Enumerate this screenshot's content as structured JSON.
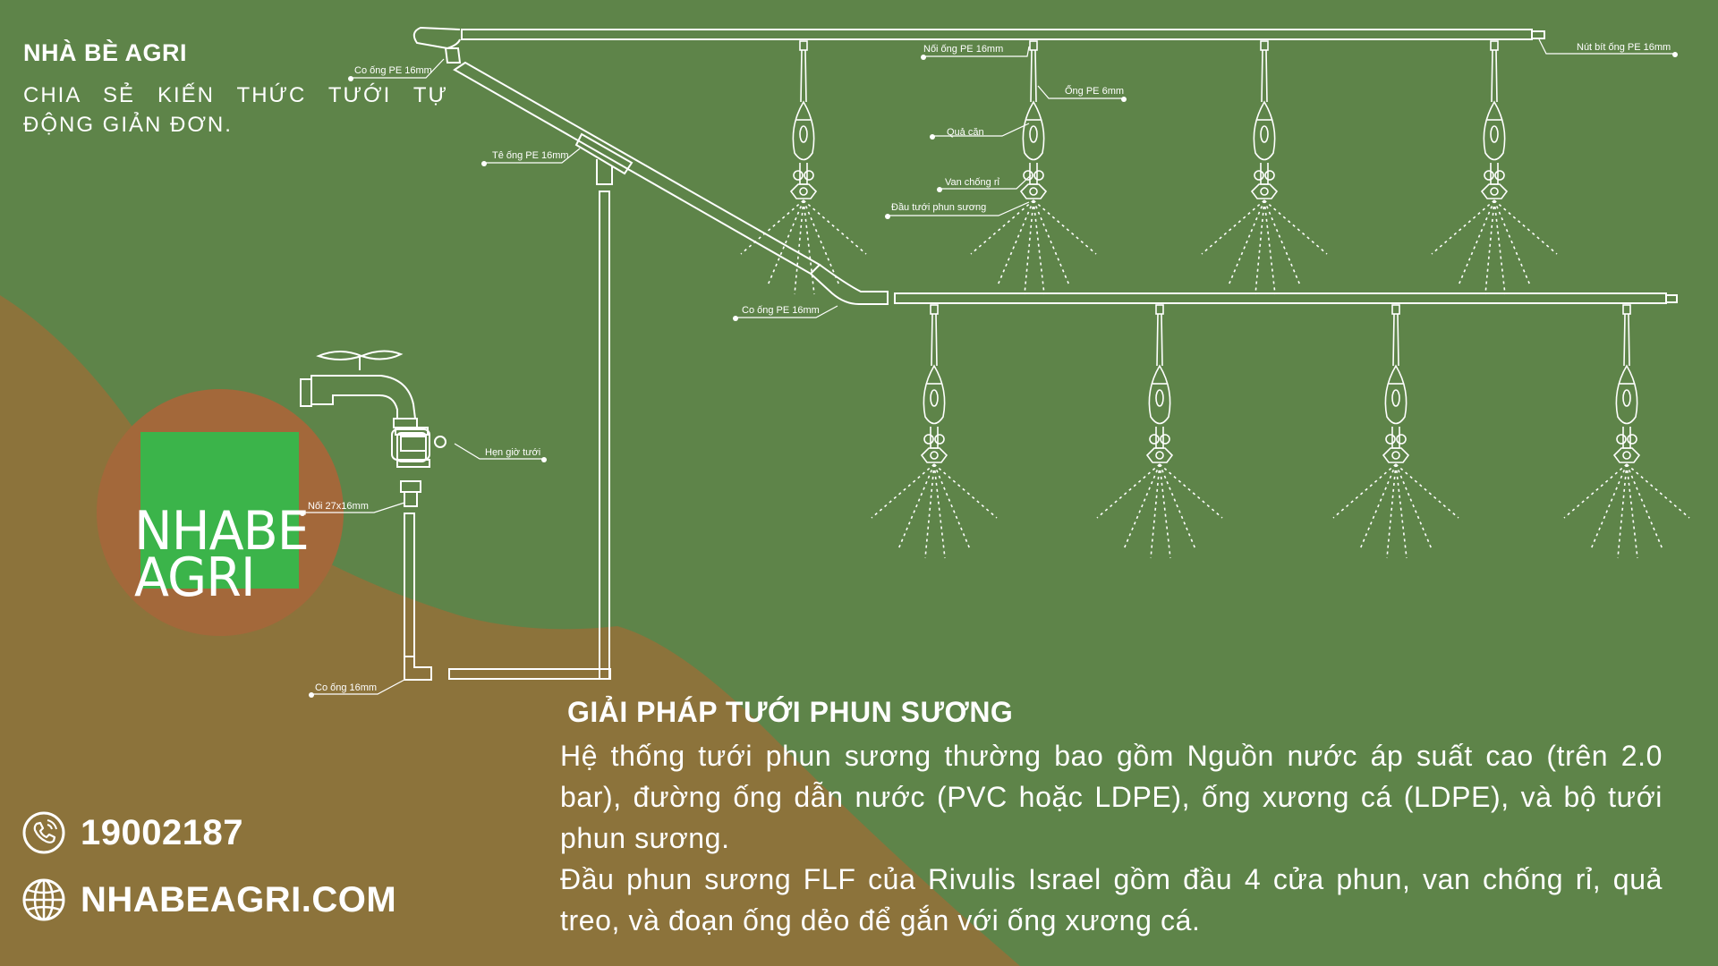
{
  "colors": {
    "background": "#5e8449",
    "ground": "#8c733b",
    "logo_circle": "#a3683a",
    "logo_green": "#3bb44a",
    "line": "#ffffff"
  },
  "brand": {
    "title": "NHÀ BÈ AGRI",
    "subtitle": "CHIA SẺ KIẾN THỨC TƯỚI TỰ ĐỘNG GIẢN ĐƠN."
  },
  "logo": {
    "line1": "NHABE",
    "line2": "AGRI"
  },
  "contact": {
    "phone": "19002187",
    "phone_icon": "phone-icon",
    "website": "NHABEAGRI.COM",
    "website_icon": "globe-icon"
  },
  "solution": {
    "title": "GIẢI PHÁP TƯỚI PHUN SƯƠNG",
    "paragraph1": "Hệ thống tưới phun sương thường bao gồm Nguồn nước áp suất cao (trên 2.0 bar), đường ống dẫn nước (PVC hoặc LDPE), ống xương cá (LDPE), và bộ tưới phun sương.",
    "paragraph2": "Đầu phun sương FLF của Rivulis Israel gồm đầu 4 cửa phun, van chống rỉ, quả treo, và đoạn ống dẻo để gắn với ống xương cá."
  },
  "diagram_labels": {
    "co_ong_pe_top": "Co ống PE 16mm",
    "te_ong_pe": "Tê ống PE 16mm",
    "co_ong_pe_mid": "Co ống PE 16mm",
    "noi_ong_pe": "Nối ống PE 16mm",
    "ong_pe_6": "Ống PE 6mm",
    "qua_can": "Quả căn",
    "van_chong_ri": "Van chống rỉ",
    "dau_tuoi": "Đầu tưới phun sương",
    "nut_bit": "Nút bít ống PE 16mm",
    "hen_gio": "Hẹn giờ tưới",
    "noi_27": "Nối 27x16mm",
    "co_ong_16": "Co ống 16mm"
  }
}
